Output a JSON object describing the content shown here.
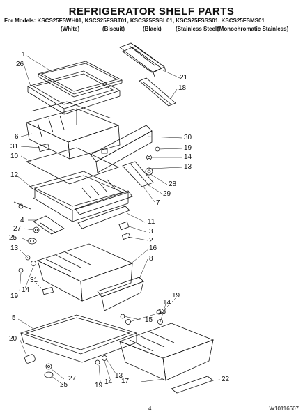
{
  "header": {
    "title": "REFRIGERATOR SHELF PARTS",
    "models_label": "For Models: KSCS25FSWH01, KSCS25FSBT01, KSCS25FSBL01, KSCS25FSSS01, KSCS25FSMS01",
    "finishes": [
      "(White)",
      "(Biscuit)",
      "(Black)",
      "(Stainless Steel)",
      "(Monochromatic Stainless)"
    ]
  },
  "callouts": [
    "1",
    "26",
    "6",
    "31",
    "10",
    "12",
    "4",
    "27",
    "25",
    "13",
    "19",
    "14",
    "31",
    "5",
    "20",
    "27",
    "25",
    "19",
    "14",
    "13",
    "21",
    "18",
    "30",
    "19",
    "14",
    "13",
    "28",
    "29",
    "7",
    "11",
    "3",
    "2",
    "16",
    "8",
    "19",
    "14",
    "13",
    "15",
    "17",
    "22"
  ],
  "footer": {
    "page_number": "4",
    "document_number": "W10116607"
  }
}
